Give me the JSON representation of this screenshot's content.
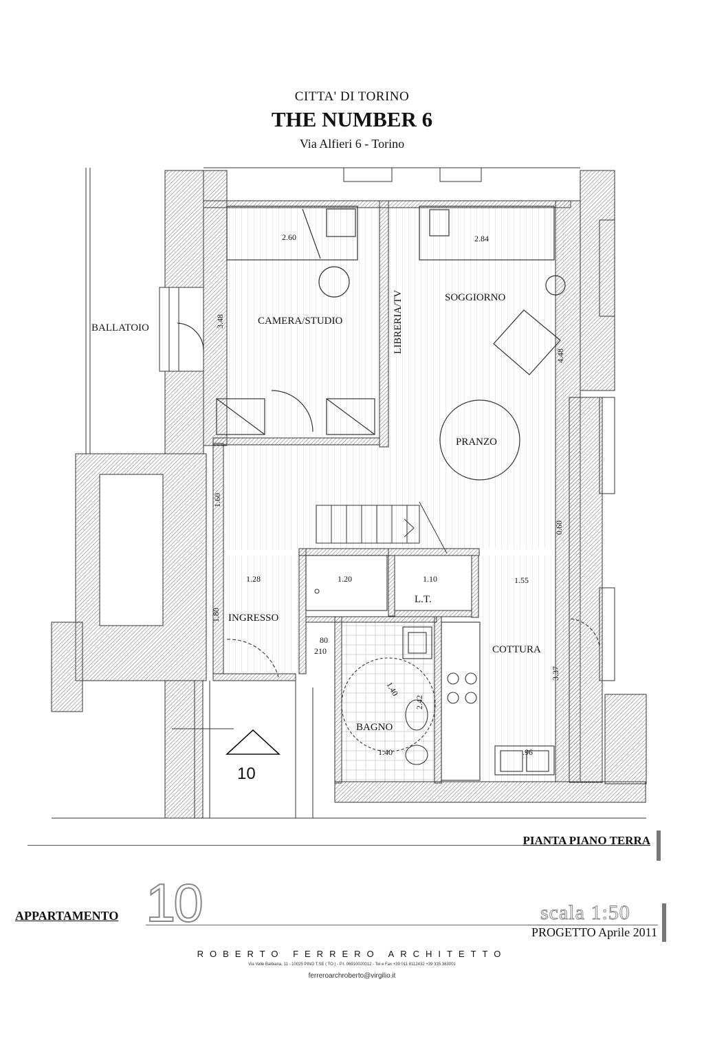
{
  "header": {
    "city": "CITTA' DI TORINO",
    "title": "THE NUMBER 6",
    "address": "Via Alfieri 6 - Torino"
  },
  "rooms": {
    "ballatoio": "BALLATOIO",
    "camera": "CAMERA/STUDIO",
    "libreria": "LIBRERIA/TV",
    "soggiorno": "SOGGIORNO",
    "pranzo": "PRANZO",
    "ingresso": "INGRESSO",
    "lt": "L.T.",
    "cottura": "COTTURA",
    "bagno": "BAGNO"
  },
  "dimensions": {
    "d260": "2.60",
    "d284": "2.84",
    "d348": "3.48",
    "d448": "4.48",
    "d160": "1.60",
    "d060": "0.60",
    "d128": "1.28",
    "d120": "1.20",
    "d110": "1.10",
    "d155": "1.55",
    "d180": "1.80",
    "d80": "80",
    "d210": "210",
    "d337": "3.37",
    "d140a": "1.40",
    "d242": "2.42",
    "d140b": "1.40",
    "d96": ".96"
  },
  "entry_number": "10",
  "footer": {
    "plan_title": "PIANTA PIANO TERRA",
    "apt_label": "APPARTAMENTO",
    "apt_number": "10",
    "scale": "scala 1:50",
    "project_date": "PROGETTO Aprile 2011",
    "architect": "ROBERTO FERRERO ARCHITETTO",
    "contacts": "Via Valle Balbiana, 11 - 10025 PINO T.SE ( TO ) - P.I. 06910020012 - Tel e Fax +39 011 8112432 +39 335 363001",
    "email": "ferreroarchroberto@virgilio.it"
  },
  "colors": {
    "ink": "#111111",
    "hatch": "#8a8a8a"
  }
}
